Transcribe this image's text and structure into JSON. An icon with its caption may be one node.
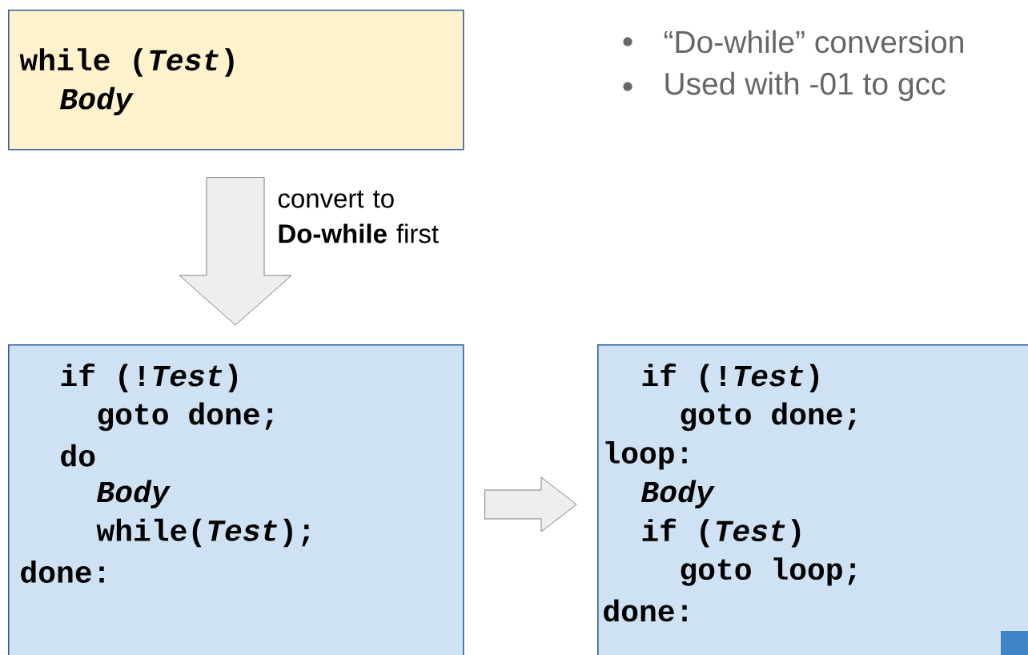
{
  "diagram": {
    "nodes": [
      {
        "text": [
          "while (*Test*)",
          "*Body*"
        ]
      },
      {
        "text": [
          "if (!*Test*)",
          "goto done;",
          "do",
          "*Body*",
          "while(*Test*);",
          "done:"
        ]
      },
      {
        "text": [
          "if (!*Test*)",
          "goto done;",
          "loop:",
          "*Body*",
          "if (*Test*)",
          "goto loop;",
          "done:"
        ]
      }
    ],
    "edges": [
      {
        "from": 0,
        "to": 1,
        "arrow": "to",
        "label": "convert to **Do-while** first"
      },
      {
        "from": 1,
        "to": 2,
        "arrow": "to"
      }
    ],
    "labels": [
      "“Do-while” conversion",
      "Used with  -01 to gcc"
    ]
  }
}
